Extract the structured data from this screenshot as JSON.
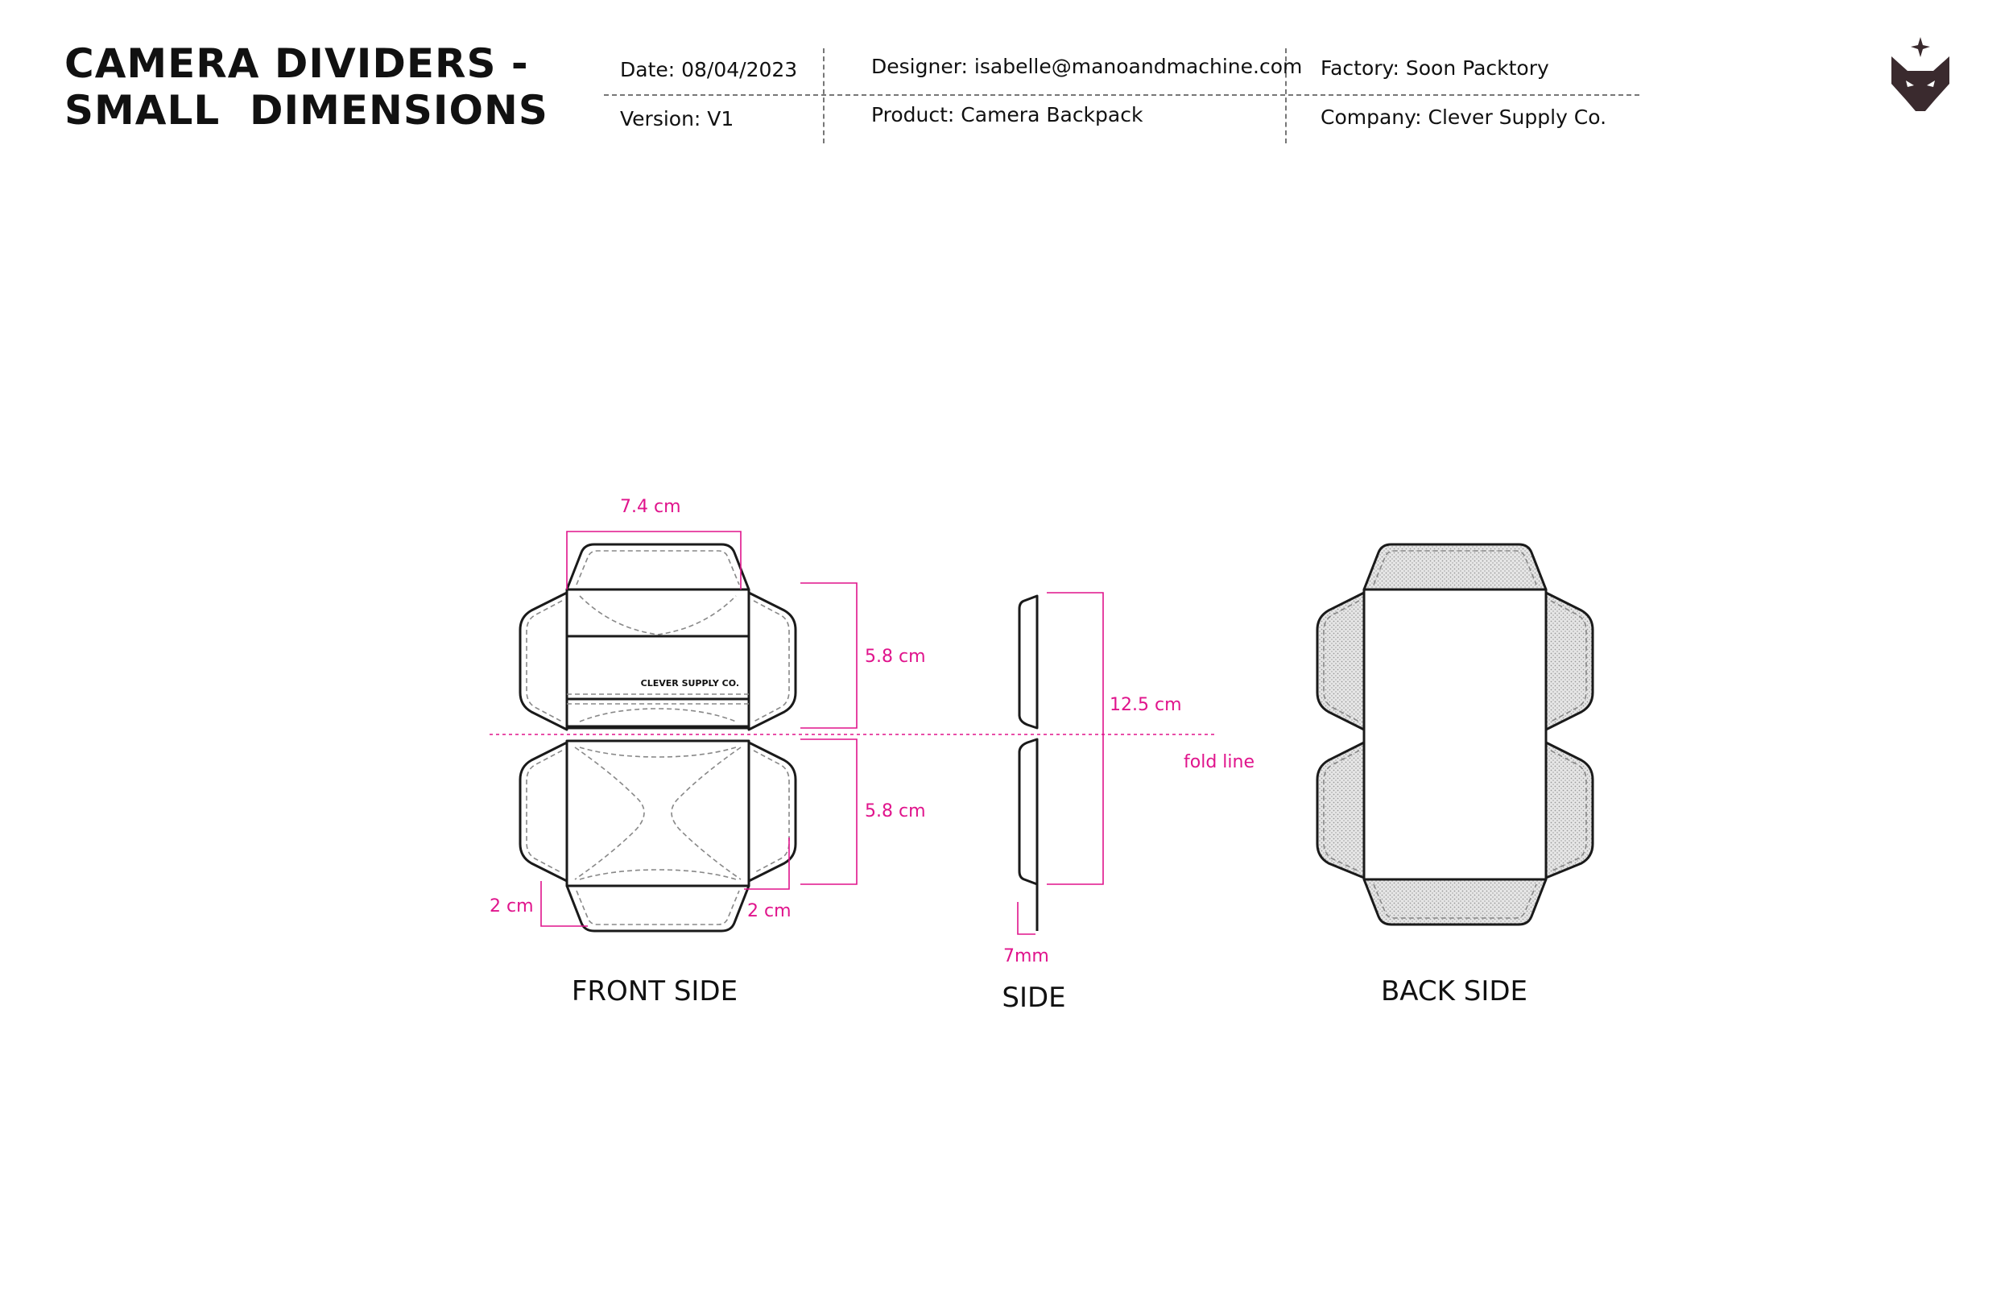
{
  "header": {
    "title_line1": "CAMERA DIVIDERS -",
    "title_line2": "SMALL  DIMENSIONS",
    "date": "Date: 08/04/2023",
    "version": "Version: V1",
    "designer": "Designer: isabelle@manoandmachine.com",
    "product": "Product: Camera Backpack",
    "factory": "Factory: Soon Packtory",
    "company": "Company: Clever Supply Co."
  },
  "logo": {
    "icon": "fox-head-with-star-icon",
    "color": "#3a2a2e"
  },
  "diagram": {
    "colors": {
      "dimension": "#e0148c",
      "outline": "#1a1a1a",
      "dashed": "#888888",
      "texture": "#cfcfcf"
    },
    "brand_label": "CLEVER SUPPLY CO.",
    "dimensions": {
      "top_width": "7.4  cm",
      "upper_height": "5.8 cm",
      "lower_height": "5.8 cm",
      "flap_left": "2 cm",
      "flap_right": "2 cm",
      "total_height": "12.5 cm",
      "thickness": "7mm",
      "fold_line": "fold line"
    },
    "captions": {
      "front": "FRONT SIDE",
      "side": "SIDE",
      "back": "BACK SIDE"
    }
  }
}
